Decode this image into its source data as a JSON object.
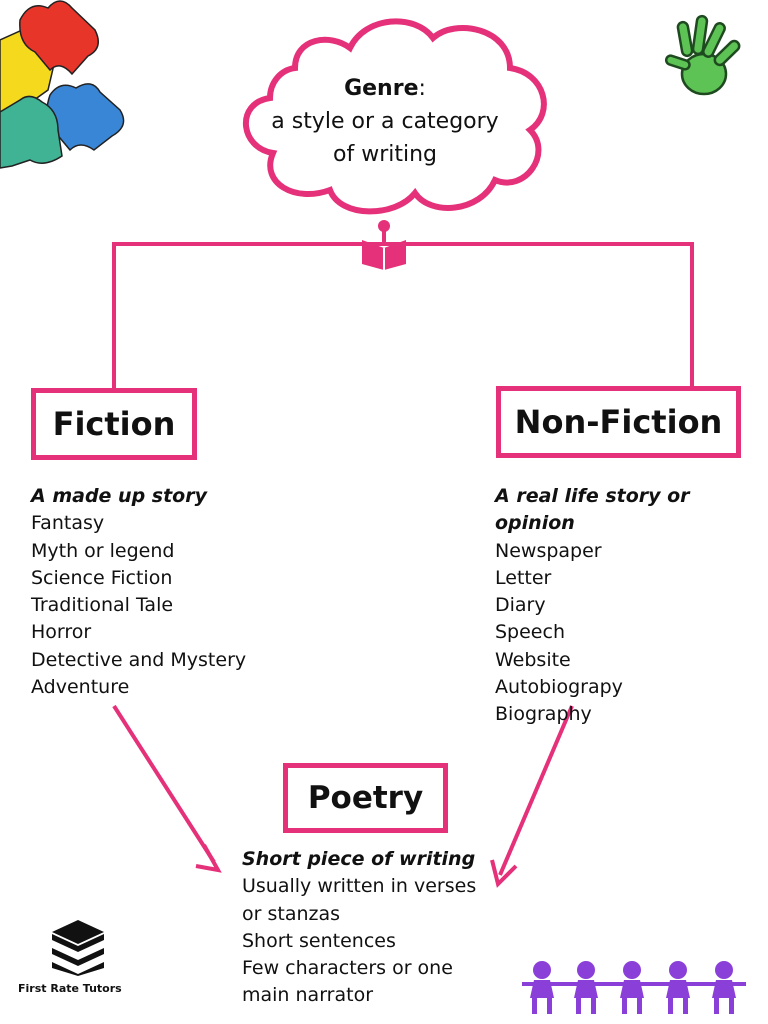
{
  "genre": {
    "term": "Genre",
    "colon": ":",
    "definition_line1": "a style or a category",
    "definition_line2": "of writing"
  },
  "fiction": {
    "title": "Fiction",
    "intro": "A made up story",
    "items": [
      "Fantasy",
      "Myth or legend",
      "Science Fiction",
      "Traditional Tale",
      "Horror",
      "Detective and Mystery",
      "Adventure"
    ]
  },
  "nonfiction": {
    "title": "Non-Fiction",
    "intro": "A real life story or opinion",
    "items": [
      "Newspaper",
      "Letter",
      "Diary",
      "Speech",
      "Website",
      "Autobiograpy",
      "Biography"
    ]
  },
  "poetry": {
    "title": "Poetry",
    "intro": "Short piece of writing",
    "lines": [
      "Usually written in verses",
      "or stanzas",
      "Short sentences",
      "Few characters or one",
      "main narrator"
    ]
  },
  "logo": {
    "text": "First Rate Tutors"
  },
  "colors": {
    "accent": "#e5307a",
    "puzzle_red": "#e8352a",
    "puzzle_yellow": "#f4d91c",
    "puzzle_teal": "#3fb394",
    "puzzle_blue": "#3a86d6",
    "hand_green": "#5cc354",
    "figures_purple": "#8a3fd8"
  }
}
